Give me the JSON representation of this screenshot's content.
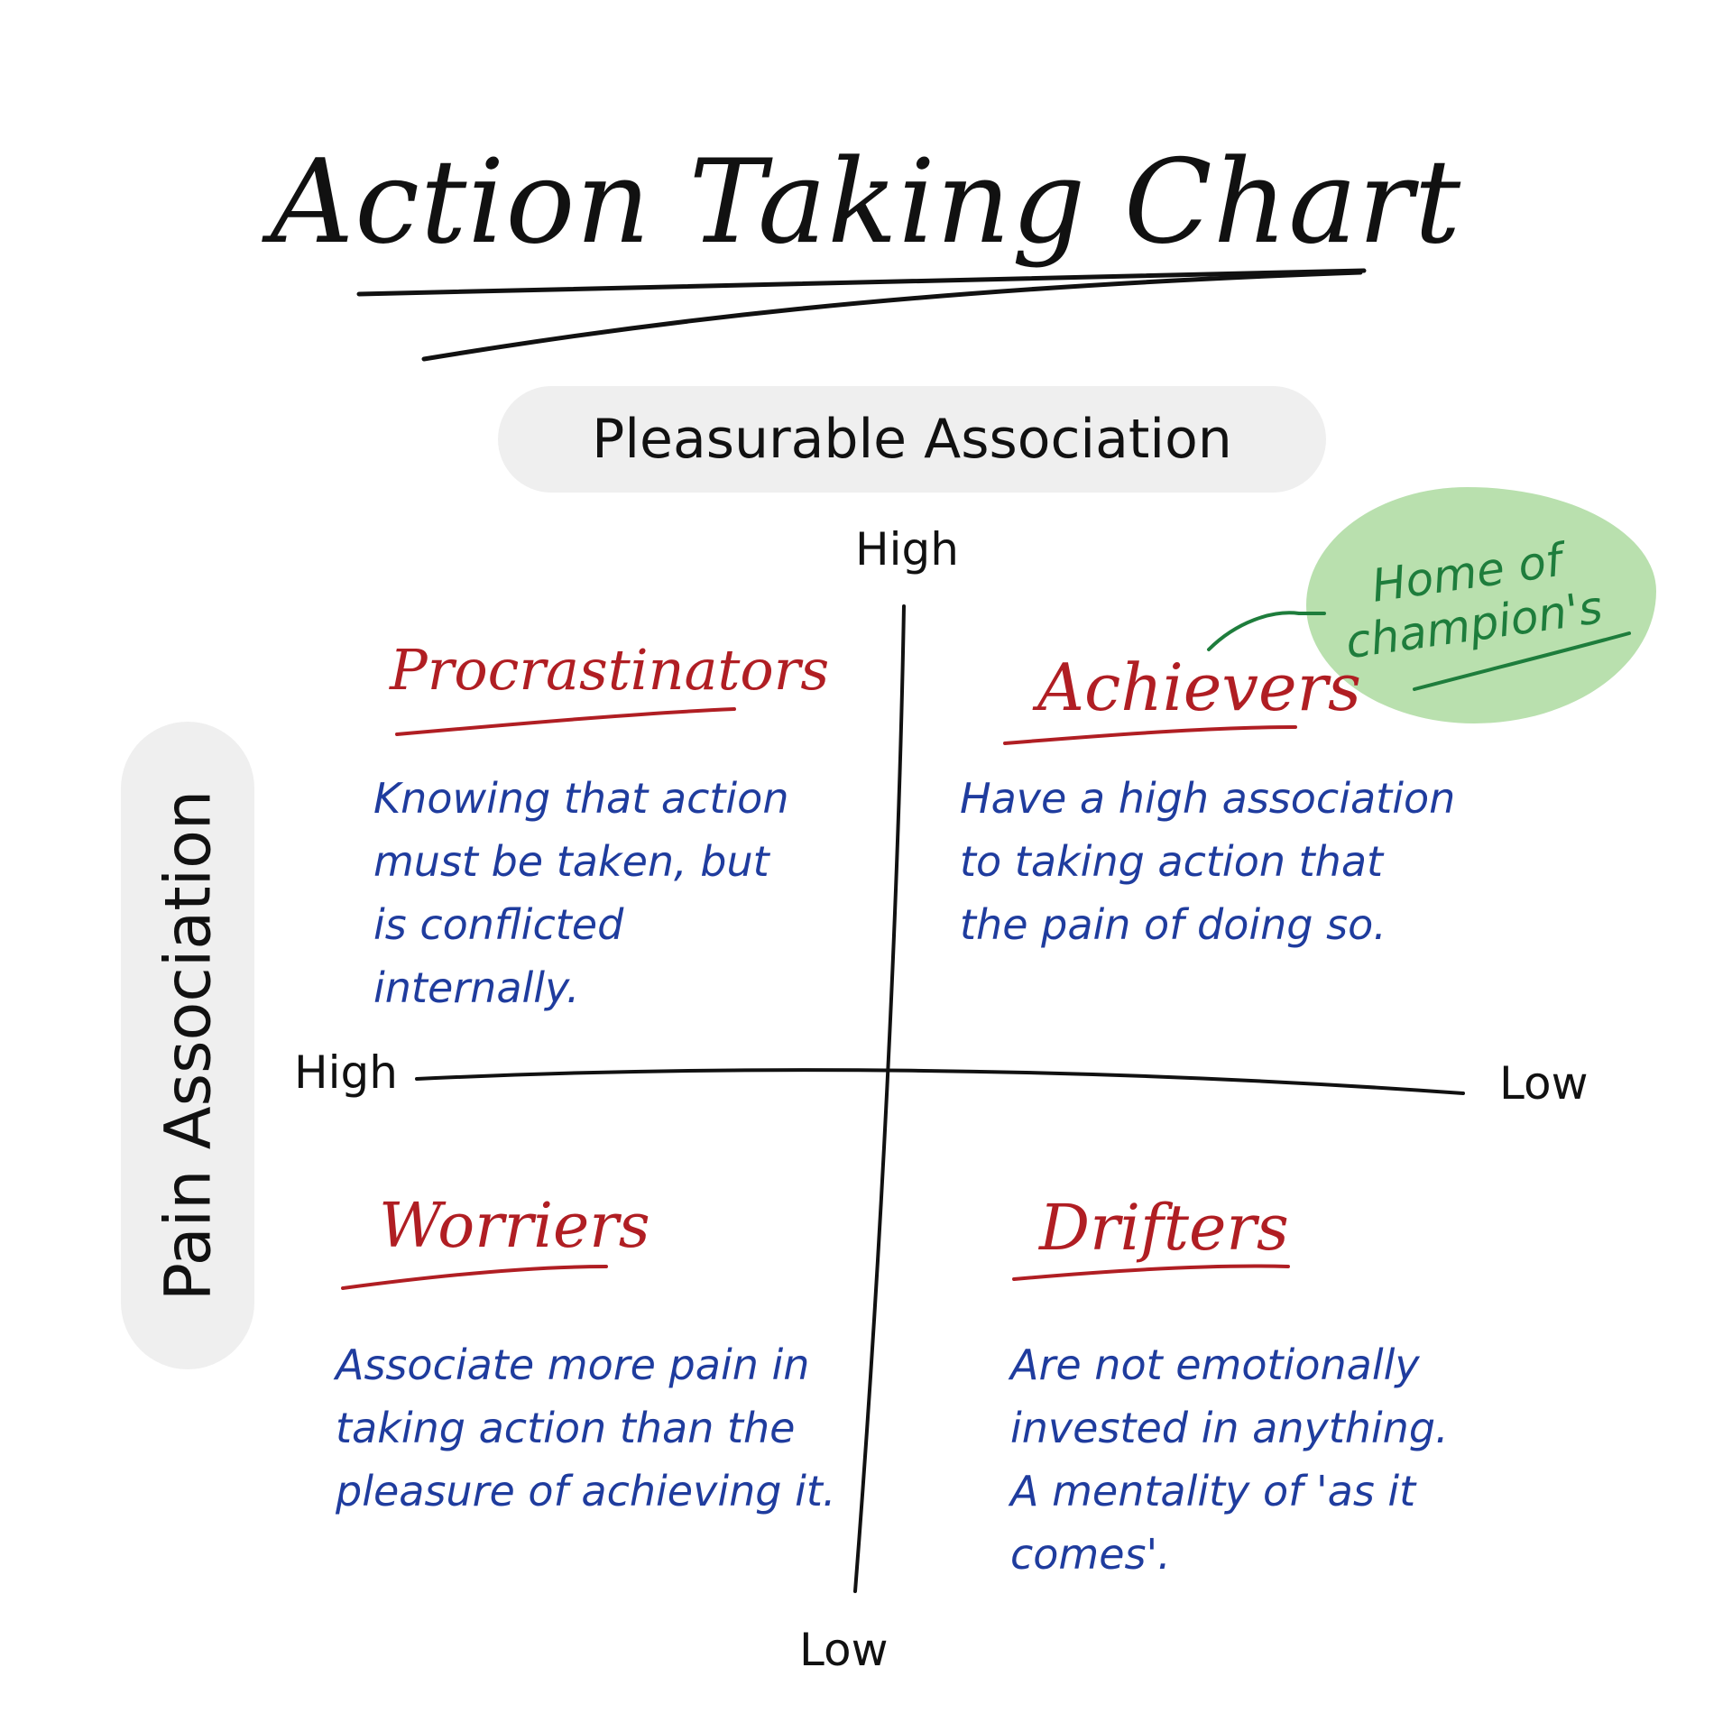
{
  "title": "Action Taking Chart",
  "axes": {
    "x_axis_label": "Pleasurable Association",
    "y_axis_label": "Pain Association",
    "top_label": "High",
    "bottom_label": "Low",
    "left_label": "High",
    "right_label": "Low"
  },
  "quadrants": {
    "top_left": {
      "heading": "Procrastinators",
      "description": "Knowing that action\nmust be taken, but\nis conflicted internally."
    },
    "top_right": {
      "heading": "Achievers",
      "description": "Have a high association\nto taking action that\nthe pain of doing so."
    },
    "bottom_left": {
      "heading": "Worriers",
      "description": "Associate more pain in\ntaking action than the\npleasure of achieving it."
    },
    "bottom_right": {
      "heading": "Drifters",
      "description": "Are not emotionally\ninvested in anything.\nA mentality of 'as it comes'."
    }
  },
  "callout": {
    "text": "Home of\nchampion's"
  },
  "colors": {
    "ink": "#111111",
    "heading": "#b01e23",
    "description": "#1f3c9e",
    "callout_text": "#1e7d3c",
    "callout_fill": "#b9e0ae",
    "pill_fill": "#efefef"
  }
}
